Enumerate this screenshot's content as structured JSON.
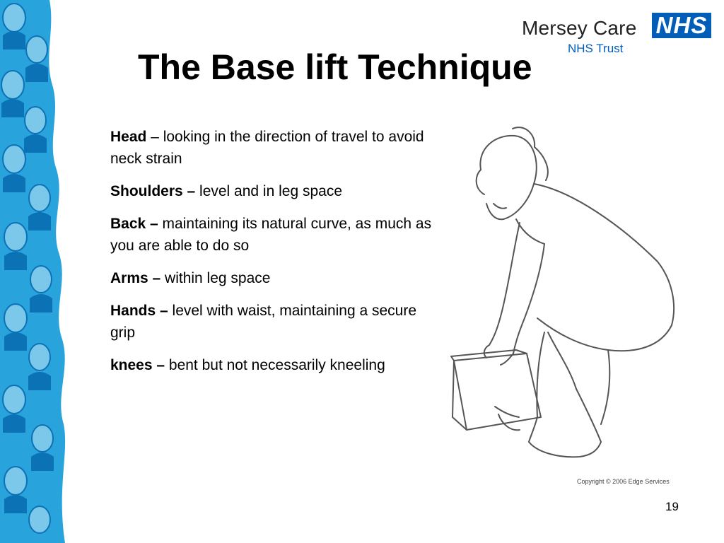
{
  "header": {
    "logo_name": "Mersey Care",
    "logo_badge": "NHS",
    "logo_sub": "NHS Trust"
  },
  "slide": {
    "title": "The Base lift Technique",
    "bullets": [
      {
        "term": "Head",
        "text": " – looking in the direction of travel to avoid neck strain"
      },
      {
        "term": "Shoulders –",
        "text": " level and in leg space"
      },
      {
        "term": "Back –",
        "text": " maintaining its natural curve, as much as you are able to do so"
      },
      {
        "term": "Arms –",
        "text": " within leg space"
      },
      {
        "term": "Hands –",
        "text": " level with waist, maintaining a secure grip"
      },
      {
        "term": "knees –",
        "text": " bent but not necessarily kneeling"
      }
    ],
    "copyright": "Copyright © 2006 Edge Services",
    "page_number": "19"
  },
  "colors": {
    "nhs_blue": "#005eb8",
    "band_light": "#7cc8ea",
    "band_mid": "#29a3dc",
    "band_dark": "#0b72b5"
  }
}
